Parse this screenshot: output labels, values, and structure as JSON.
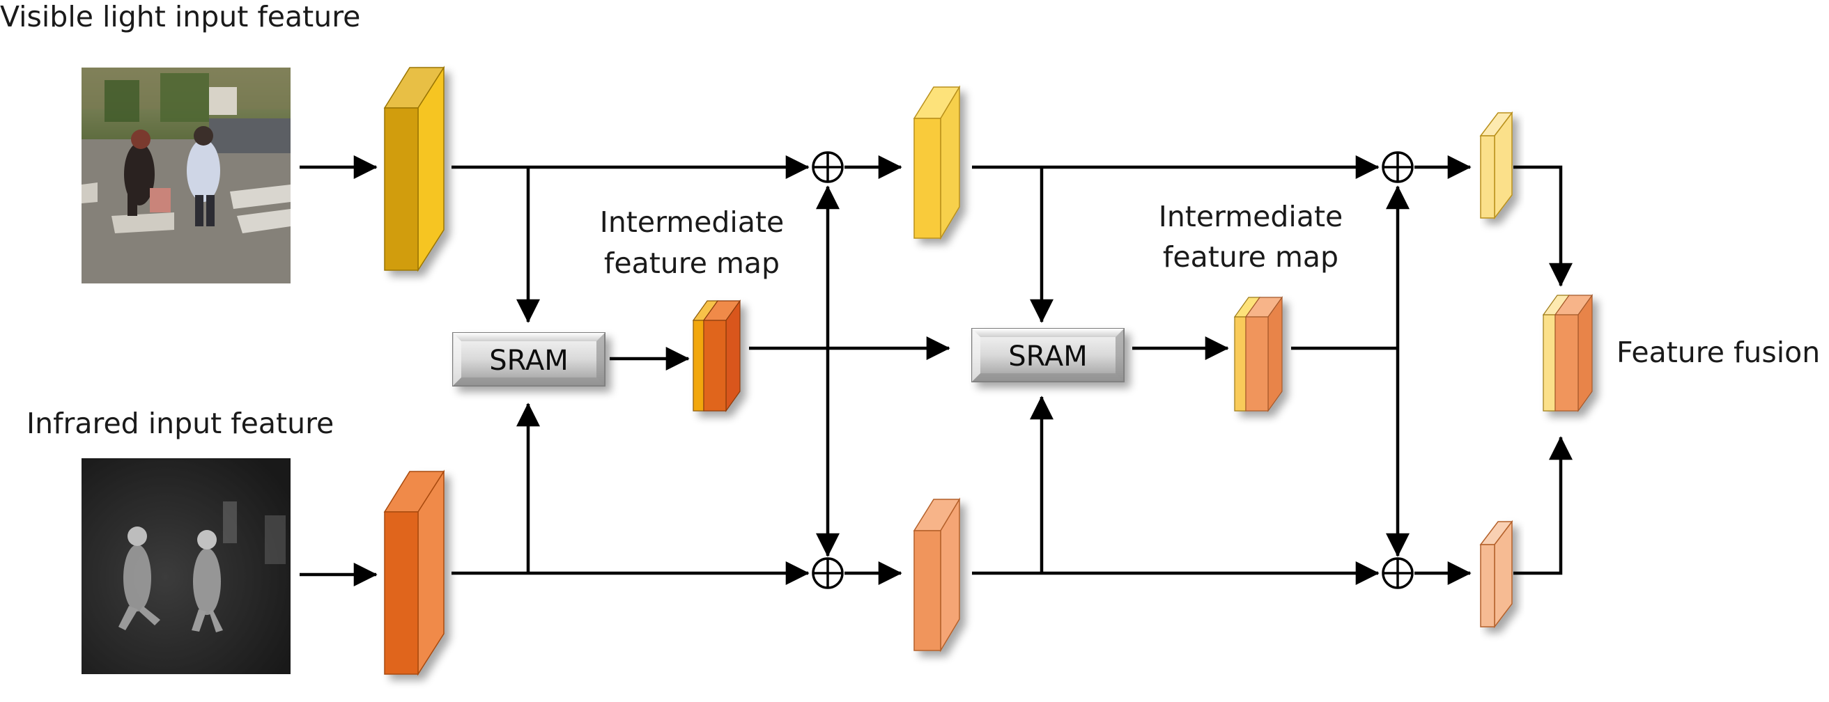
{
  "labels": {
    "visible": "Visible light input feature",
    "infrared": "Infrared input feature",
    "intermediate_1": [
      "Intermediate",
      "feature map"
    ],
    "intermediate_2": [
      "Intermediate",
      "feature map"
    ],
    "fusion": "Feature fusion"
  },
  "modules": {
    "sram_1": "SRAM",
    "sram_2": "SRAM"
  },
  "images": {
    "visible": "pedestrians crossing a street, color photo",
    "infrared": "pedestrians crossing a street, thermal grayscale"
  },
  "colors": {
    "visible_stage1": "#d19d0b",
    "visible_stage2": "#f9cb3a",
    "visible_stage3": "#fbe08a",
    "infrared_stage1": "#e0651a",
    "infrared_stage2": "#f0955b",
    "infrared_stage3": "#f6bb93",
    "intermediate_1": [
      "#f2a70e",
      "#e0651a"
    ],
    "intermediate_2": [
      "#f9cb5a",
      "#f0955b"
    ],
    "fusion": [
      "#fbe08a",
      "#f0955b"
    ],
    "arrow": "#000000"
  }
}
